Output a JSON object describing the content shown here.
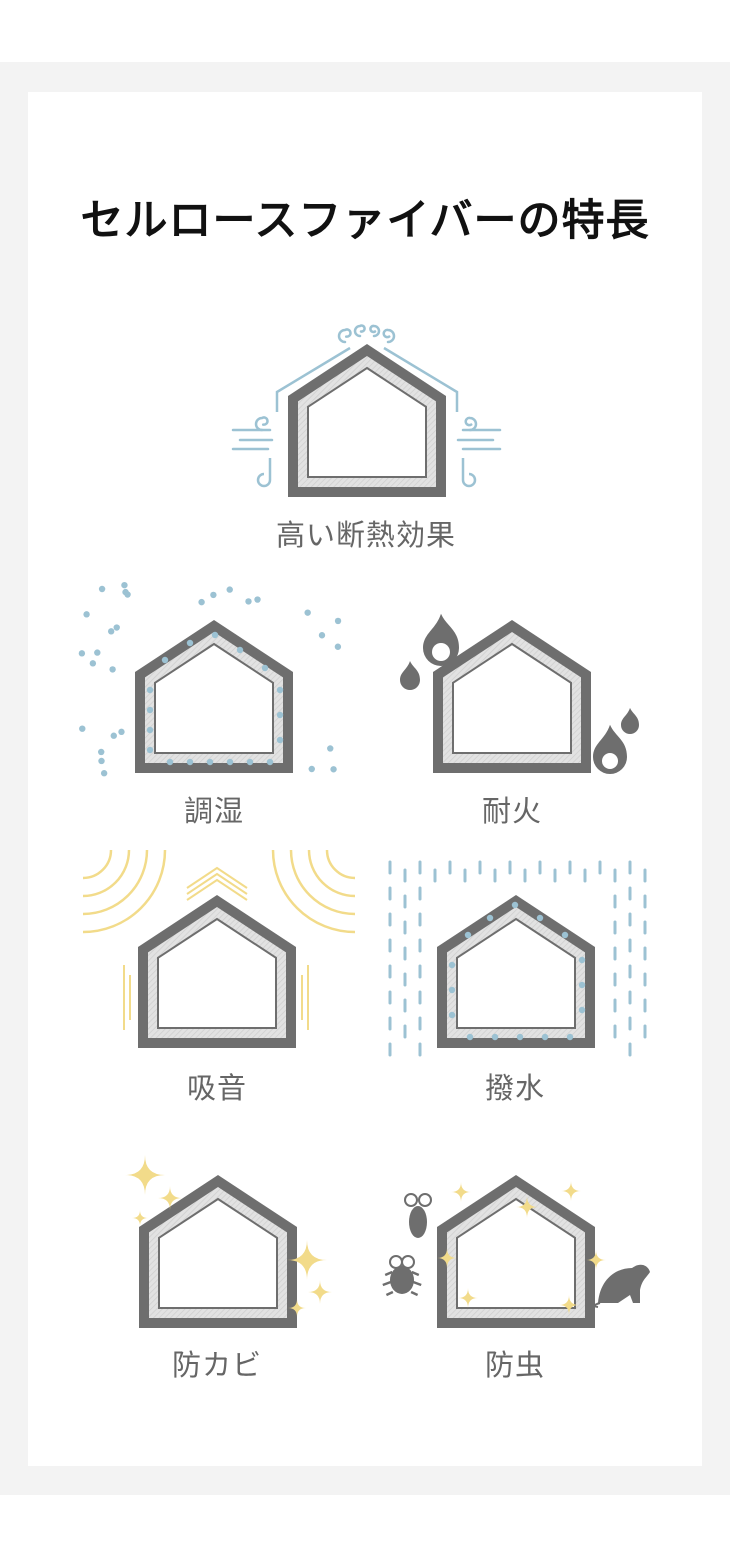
{
  "title": "セルロースファイバーの特長",
  "features": [
    {
      "label": "高い断熱効果",
      "icon": "wind-house-icon"
    },
    {
      "label": "調湿",
      "icon": "moisture-house-icon"
    },
    {
      "label": "耐火",
      "icon": "fire-house-icon"
    },
    {
      "label": "吸音",
      "icon": "sound-house-icon"
    },
    {
      "label": "撥水",
      "icon": "rain-house-icon"
    },
    {
      "label": "防カビ",
      "icon": "sparkle-house-icon"
    },
    {
      "label": "防虫",
      "icon": "pest-house-icon"
    }
  ],
  "colors": {
    "house": "#6e6e6e",
    "blue": "#9cc2d3",
    "yellow": "#f2db8a",
    "text": "#666666"
  }
}
